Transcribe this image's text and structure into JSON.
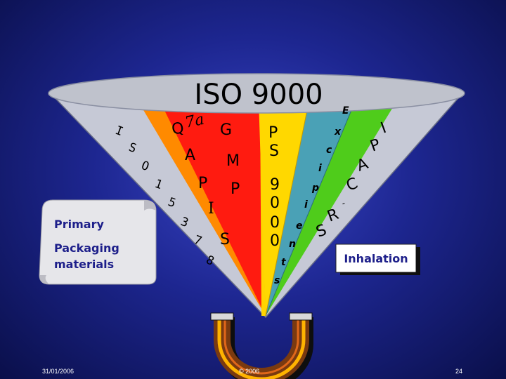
{
  "slide": {
    "title": "ISO 9000",
    "scroll_label_line1": "Primary",
    "scroll_label_line2": "Packaging",
    "scroll_label_line3": "materials",
    "callout_label": "Inhalation"
  },
  "cone_text": {
    "iso": [
      "I",
      "S",
      "O",
      "1",
      "5",
      "3",
      "7",
      "8"
    ],
    "qa_q": "Q",
    "qa_a": "A",
    "gmp_g": "G",
    "gmp_m": "M",
    "gmp_p": "P",
    "apis": [
      "A",
      "P",
      "I",
      "S"
    ],
    "ps_p": "P",
    "ps_s": "S",
    "ps9000": [
      "9",
      "0",
      "0",
      "0"
    ],
    "excipients": [
      "E",
      "x",
      "c",
      "i",
      "p",
      "i",
      "e",
      "n",
      "t",
      "s"
    ],
    "ipac": [
      "I",
      "P",
      "A",
      "C",
      "-",
      "R",
      "S"
    ]
  },
  "footer": {
    "date": "31/01/2006",
    "copyright": "© 2006",
    "page": "24"
  },
  "colors": {
    "background": "#1d2690",
    "cone_gray": "#c8c8d0",
    "red": "#ff1a1a",
    "orange": "#ff8c00",
    "yellow": "#ffd800",
    "teal": "#4aa3b8",
    "green": "#4ecb1a",
    "magnet_brown": "#7a3a10"
  }
}
